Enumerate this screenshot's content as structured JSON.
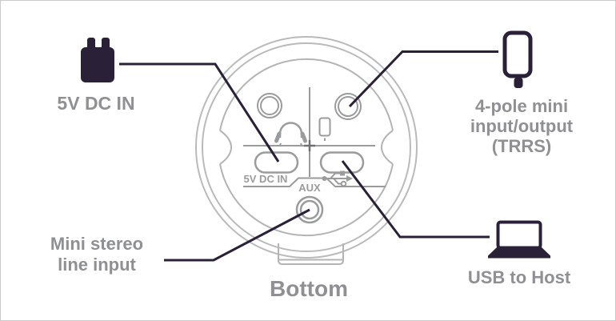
{
  "diagram": {
    "type": "hardware-port-callout-diagram",
    "view_caption": "Bottom",
    "labels": {
      "power": "5V DC IN",
      "trrs_line1": "4-pole mini",
      "trrs_line2": "input/output",
      "trrs_line3": "(TRRS)",
      "stereo_line1": "Mini stereo",
      "stereo_line2": "line input",
      "usb": "USB to Host"
    },
    "device_markings": {
      "dc_port": "5V DC IN",
      "aux_port": "AUX"
    },
    "icons": [
      "power-adapter-icon",
      "smartphone-icon",
      "laptop-icon",
      "headphones-icon",
      "smartphone-small-icon",
      "usb-trident-icon",
      "aux-jack",
      "screw-hole"
    ],
    "colors": {
      "callout_line_and_icons": "#2a2139",
      "label_text": "#8e9093",
      "device_outline": "#b9babc",
      "device_detail": "#9a9b9d",
      "background": "#ffffff",
      "frame_border": "#cbcbcb"
    }
  }
}
